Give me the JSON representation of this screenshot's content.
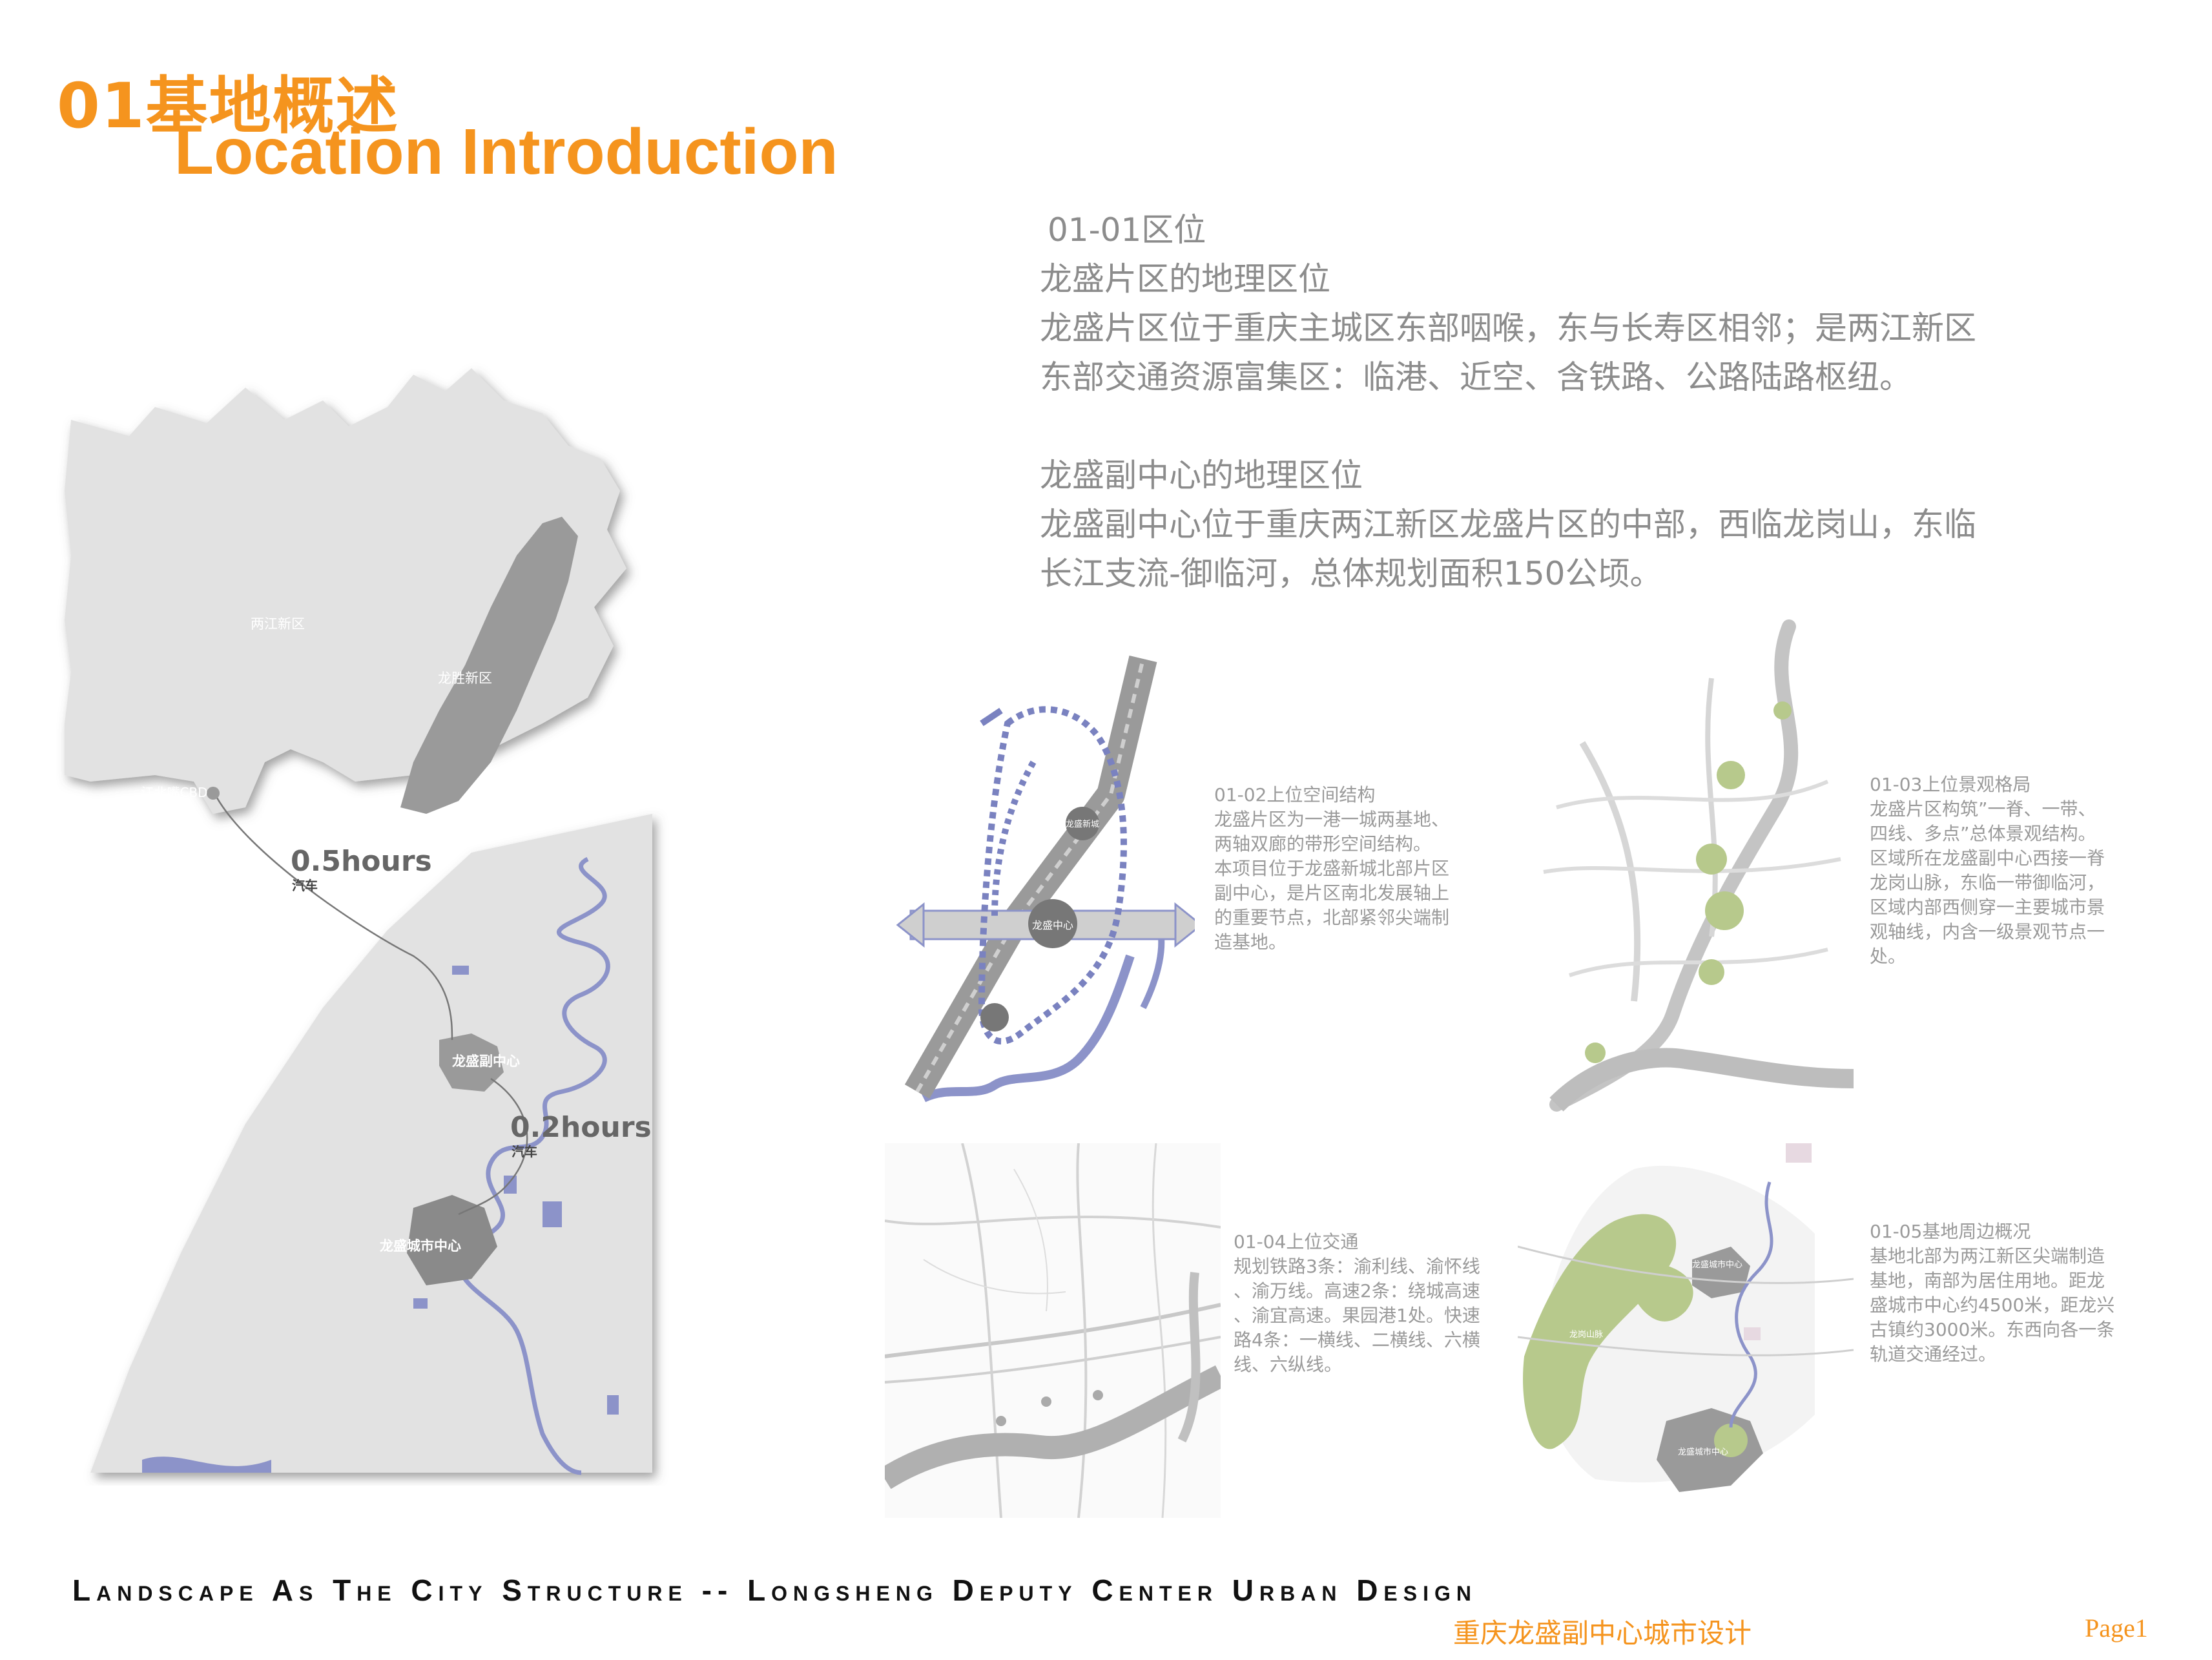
{
  "header": {
    "title_cn": "01基地概述",
    "title_en": "Location Introduction"
  },
  "intro": {
    "section_label": "01-01区位",
    "p1_heading": "龙盛片区的地理区位",
    "p1_line1": "龙盛片区位于重庆主城区东部咽喉，东与长寿区相邻；是两江新区",
    "p1_line2": "东部交通资源富集区：临港、近空、含铁路、公路陆路枢纽。",
    "p2_heading": "龙盛副中心的地理区位",
    "p2_line1": "龙盛副中心位于重庆两江新区龙盛片区的中部，西临龙岗山，东临",
    "p2_line2": "长江支流-御临河，总体规划面积150公顷。"
  },
  "main_map": {
    "label_liangjiang": "两江新区",
    "label_longsheng_new": "龙胜新区",
    "label_cbd": "江北嘴CBD",
    "time1": "0.5hours",
    "mode1": "汽车",
    "label_deputy_center": "龙盛副中心",
    "time2": "0.2hours",
    "mode2": "汽车",
    "label_city_center": "龙盛城市中心"
  },
  "map_02": {
    "node_center": "龙盛中心",
    "node_north": "龙盛新城"
  },
  "map_05": {
    "label_mountain": "龙岗山脉",
    "label_deputy": "龙盛城市中心",
    "label_city": "龙盛城市中心"
  },
  "captions": {
    "c02": [
      "01-02上位空间结构",
      "龙盛片区为一港一城两基地、",
      "两轴双廊的带形空间结构。",
      "本项目位于龙盛新城北部片区",
      "副中心，是片区南北发展轴上",
      "的重要节点，北部紧邻尖端制",
      "造基地。"
    ],
    "c03": [
      "01-03上位景观格局",
      "龙盛片区构筑”一脊、一带、",
      "四线、多点”总体景观结构。",
      "区域所在龙盛副中心西接一脊",
      "龙岗山脉，东临一带御临河，",
      "区域内部西侧穿一主要城市景",
      "观轴线，内含一级景观节点一",
      "处。"
    ],
    "c04": [
      "01-04上位交通",
      "规划铁路3条：渝利线、渝怀线",
      "、渝万线。高速2条：绕城高速",
      "、渝宜高速。果园港1处。快速",
      "路4条：一横线、二横线、六横",
      "线、六纵线。"
    ],
    "c05": [
      "01-05基地周边概况",
      "基地北部为两江新区尖端制造",
      "基地，南部为居住用地。距龙",
      "盛城市中心约4500米，距龙兴",
      "古镇约3000米。东西向各一条",
      "轨道交通经过。"
    ]
  },
  "footer": {
    "title_en": "Landscape As The City  Structure -- Longsheng Deputy Center Urban Design",
    "title_cn": "重庆龙盛副中心城市设计",
    "page": "Page1"
  },
  "colors": {
    "accent_orange": "#f5941e",
    "map_light_gray": "#e2e2e2",
    "map_dark_gray": "#9a9a9a",
    "river_blue": "#8c93c9",
    "green_space": "#b7c98c"
  }
}
